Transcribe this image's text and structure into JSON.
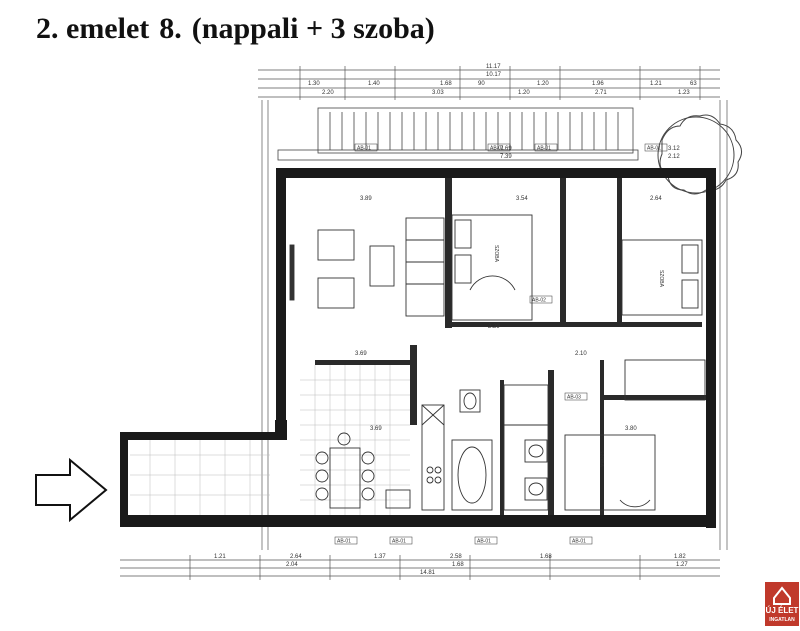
{
  "header": {
    "floor_label": "2. emelet",
    "unit_number": "8.",
    "room_summary": "(nappali + 3 szoba)"
  },
  "dimensions": {
    "top_overall": "11.17",
    "top_inner": "10.17",
    "top_row1": [
      "1.30",
      "1.40",
      "1.68",
      "90",
      "1.20",
      "1.96",
      "1.21",
      "63"
    ],
    "top_row2": [
      "2.20",
      "3.03",
      "1.20",
      "2.71",
      "1.23"
    ],
    "balcony": [
      "7.69",
      "7.39",
      "3.12",
      "2.12"
    ],
    "bottom_row1": [
      "1.21",
      "2.64",
      "1.37",
      "2.58",
      "1.68",
      "1.82"
    ],
    "bottom_row2": [
      "2.04",
      "1.68",
      "1.27"
    ],
    "bottom_overall": "14.81",
    "interior": [
      "3.89",
      "3.54",
      "2.64",
      "3.69",
      "3.69",
      "3.80",
      "2.29",
      "2.10"
    ]
  },
  "rooms": [
    {
      "label": "SZOBA"
    },
    {
      "label": "SZOBA"
    },
    {
      "label": "SZOBA"
    }
  ],
  "window_tags": [
    "AB-01",
    "AB-01",
    "AB-01",
    "AB-01",
    "AB-01",
    "AB-01",
    "AB-01",
    "AB-01",
    "AB-02",
    "AB-03"
  ],
  "logo": {
    "line1": "ÚJ ÉLET",
    "line2": "INGATLAN"
  },
  "colors": {
    "wall": "#1a1a1a",
    "line": "#555555",
    "logo_bg": "#c0392b"
  }
}
